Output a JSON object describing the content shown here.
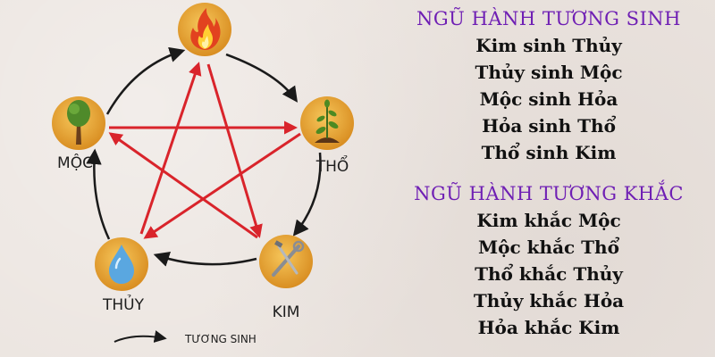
{
  "diagram": {
    "nodes": [
      {
        "id": "hoa",
        "label": "",
        "icon": "fire-icon"
      },
      {
        "id": "tho",
        "label": "THỔ",
        "icon": "sprout-icon"
      },
      {
        "id": "kim",
        "label": "KIM",
        "icon": "tools-icon"
      },
      {
        "id": "thuy",
        "label": "THỦY",
        "icon": "water-drop-icon"
      },
      {
        "id": "moc",
        "label": "MỘC",
        "icon": "tree-icon"
      }
    ],
    "generating_arrows": [
      [
        "hoa",
        "tho"
      ],
      [
        "tho",
        "kim"
      ],
      [
        "kim",
        "thuy"
      ],
      [
        "thuy",
        "moc"
      ],
      [
        "moc",
        "hoa"
      ]
    ],
    "overcoming_arrows": [
      [
        "hoa",
        "kim"
      ],
      [
        "kim",
        "moc"
      ],
      [
        "moc",
        "tho"
      ],
      [
        "tho",
        "thuy"
      ],
      [
        "thuy",
        "hoa"
      ]
    ],
    "colors": {
      "node_fill": "#e8a93a",
      "generating_arrow": "#1a1a1a",
      "overcoming_arrow": "#d9242b"
    },
    "legend": {
      "label": "TƯƠNG SINH"
    }
  },
  "sinh": {
    "title": "NGŨ HÀNH TƯƠNG SINH",
    "lines": [
      "Kim sinh Thủy",
      "Thủy sinh Mộc",
      "Mộc sinh Hỏa",
      "Hỏa sinh Thổ",
      "Thổ sinh Kim"
    ]
  },
  "khac": {
    "title": "NGŨ HÀNH TƯƠNG KHẮC",
    "lines": [
      "Kim khắc Mộc",
      "Mộc khắc Thổ",
      "Thổ khắc Thủy",
      "Thủy khắc Hỏa",
      "Hỏa khắc Kim"
    ]
  },
  "colors": {
    "heading": "#6f1fb4",
    "text": "#111111",
    "background": "#ebe4df"
  }
}
